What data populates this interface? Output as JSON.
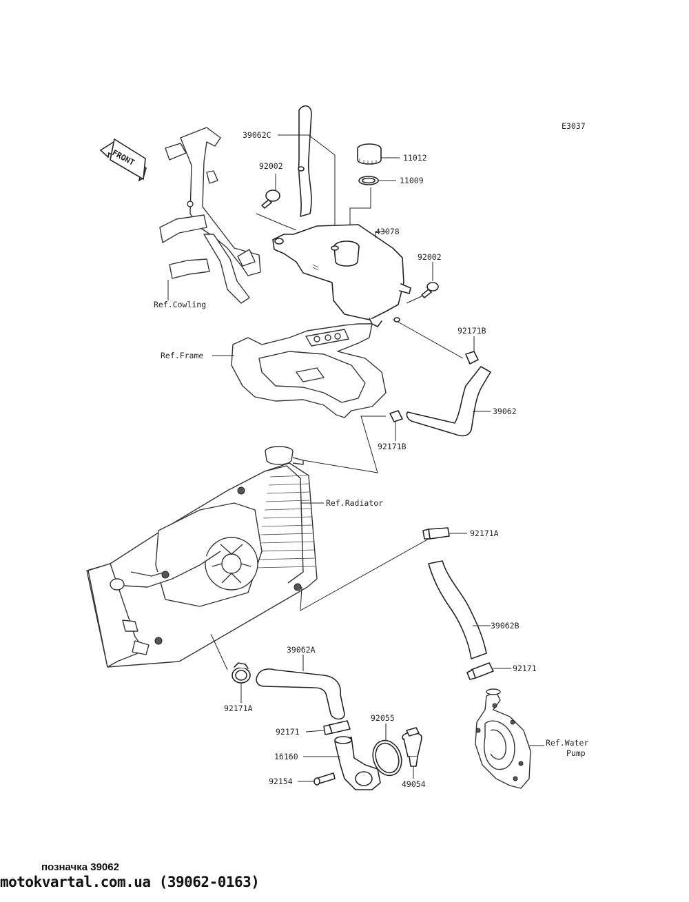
{
  "diagram_code": "E3037",
  "front_arrow": "FRONT",
  "labels": {
    "p39062c": "39062C",
    "p92002a": "92002",
    "p11012": "11012",
    "p11009": "11009",
    "p43078": "43078",
    "p92002b": "92002",
    "ref_cowling": "Ref.Cowling",
    "p92171b_top": "92171B",
    "ref_frame": "Ref.Frame",
    "p39062": "39062",
    "p92171b_bot": "92171B",
    "ref_radiator": "Ref.Radiator",
    "p92171a_right": "92171A",
    "p39062b": "39062B",
    "p39062a": "39062A",
    "p92171_right": "92171",
    "p92171a_left": "92171A",
    "p92055": "92055",
    "p92171_left": "92171",
    "p16160": "16160",
    "ref_water_pump_1": "Ref.Water",
    "ref_water_pump_2": "Pump",
    "p92154": "92154",
    "p49054": "49054"
  },
  "footer": {
    "title": "позначка 39062",
    "site": "motokvartal.com.ua (39062-0163)"
  }
}
